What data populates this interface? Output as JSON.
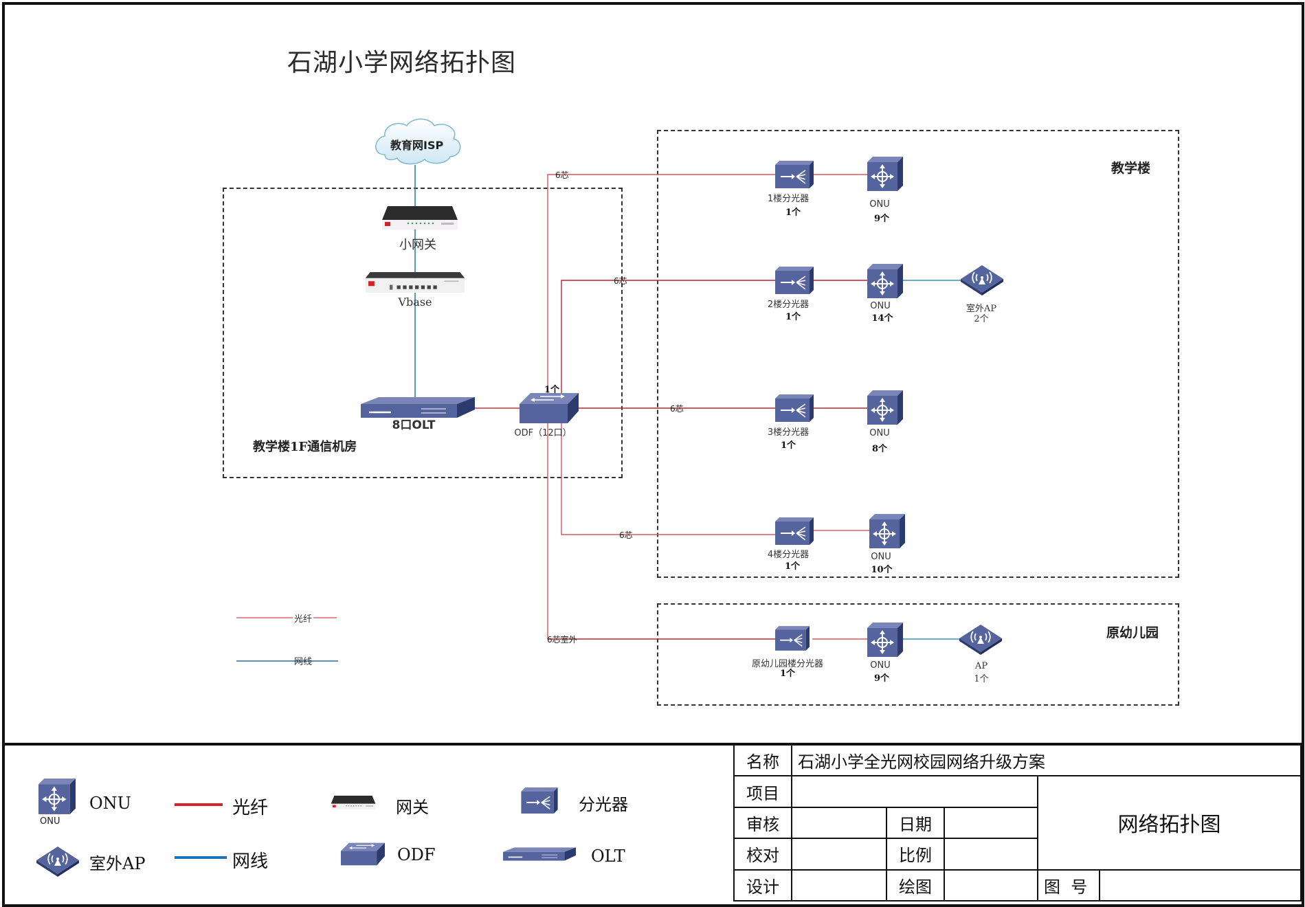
{
  "diagram": {
    "title": "石湖小学网络拓扑图",
    "cloud": {
      "label": "教育网ISP"
    },
    "core_room": {
      "label": "教学楼1F通信机房",
      "gateway": {
        "label": "小网关"
      },
      "vbase": {
        "label": "Vbase"
      },
      "olt": {
        "label": "8口OLT"
      },
      "odf": {
        "label": "ODF（12口）",
        "count": "1个"
      }
    },
    "zones": {
      "teaching": {
        "label": "教学楼"
      },
      "kindergarten": {
        "label": "原幼儿园"
      }
    },
    "branches": [
      {
        "cable": "6芯",
        "splitter": "1楼分光器",
        "splitter_count": "1个",
        "onu": "ONU",
        "onu_count": "9个"
      },
      {
        "cable": "6芯",
        "splitter": "2楼分光器",
        "splitter_count": "1个",
        "onu": "ONU",
        "onu_count": "14个",
        "ap": "室外AP",
        "ap_count": "2个"
      },
      {
        "cable": "6芯",
        "splitter": "3楼分光器",
        "splitter_count": "1个",
        "onu": "ONU",
        "onu_count": "8个"
      },
      {
        "cable": "6芯",
        "splitter": "4楼分光器",
        "splitter_count": "1个",
        "onu": "ONU",
        "onu_count": "10个"
      },
      {
        "cable": "6芯室外",
        "splitter": "原幼儿园楼分光器",
        "splitter_count": "1个",
        "onu": "ONU",
        "onu_count": "9个",
        "ap": "AP",
        "ap_count": "1个"
      }
    ],
    "line_legend": {
      "fiber": "光纤",
      "ethernet": "网线"
    },
    "colors": {
      "fiber": "#c9343c",
      "ethernet": "#2f7fb3",
      "device": "#56649e",
      "device_dark": "#2c3a6e"
    }
  },
  "legend": {
    "onu": {
      "label": "ONU",
      "caption": "ONU"
    },
    "fiber": {
      "label": "光纤"
    },
    "gateway": {
      "label": "网关"
    },
    "splitter": {
      "label": "分光器"
    },
    "outdoor_ap": {
      "label": "室外AP"
    },
    "ethernet": {
      "label": "网线"
    },
    "odf": {
      "label": "ODF"
    },
    "olt": {
      "label": "OLT"
    }
  },
  "title_block": {
    "name_label": "名称",
    "name_value": "石湖小学全光网校园网络升级方案",
    "project_label": "项目",
    "project_value": "",
    "review_label": "审核",
    "review_value": "",
    "date_label": "日期",
    "date_value": "",
    "check_label": "校对",
    "check_value": "",
    "scale_label": "比例",
    "scale_value": "",
    "design_label": "设计",
    "design_value": "",
    "drawing_label": "绘图",
    "drawing_value": "",
    "drawing_no_label": "图  号",
    "drawing_no_value": "",
    "drawing_title": "网络拓扑图"
  }
}
